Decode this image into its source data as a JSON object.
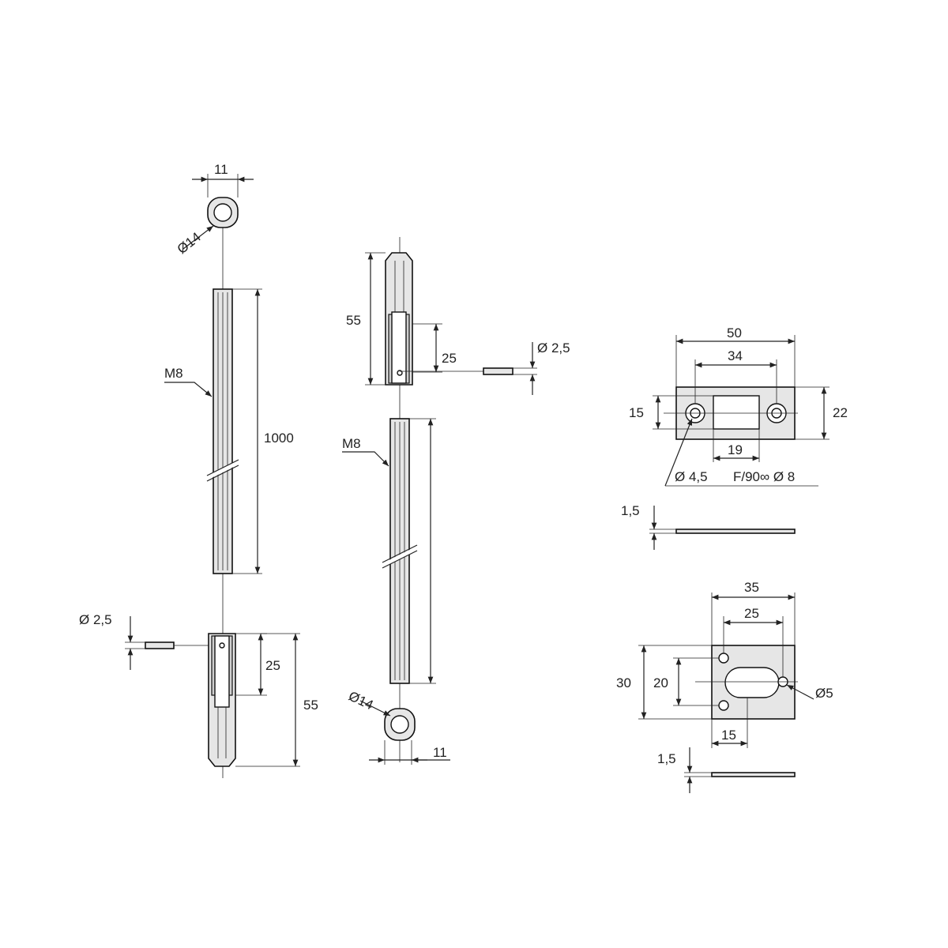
{
  "colors": {
    "part_fill": "#e6e6e6",
    "line": "#222222",
    "background": "#ffffff"
  },
  "rod_left": {
    "top_nut_width": "11",
    "top_nut_diameter": "Ø14",
    "thread_label": "M8",
    "rod_length": "1000",
    "pin_diameter": "Ø 2,5",
    "pin_depth": "25",
    "tip_length": "55"
  },
  "rod_middle": {
    "tip_length": "55",
    "pin_depth": "25",
    "pin_diameter": "Ø 2,5",
    "thread_label": "M8",
    "bottom_nut_diameter": "Ø14",
    "bottom_nut_width": "11"
  },
  "plate_top": {
    "width": "50",
    "hole_spacing": "34",
    "height_inner": "15",
    "height": "22",
    "slot_width": "19",
    "hole_diameter": "Ø 4,5",
    "countersink": "F/90∞ Ø 8",
    "thickness": "1,5"
  },
  "plate_bottom": {
    "width": "35",
    "hole_spacing": "25",
    "height": "30",
    "hole_vertical_spacing": "20",
    "hole_diameter": "Ø5",
    "offset": "15",
    "thickness": "1,5"
  }
}
